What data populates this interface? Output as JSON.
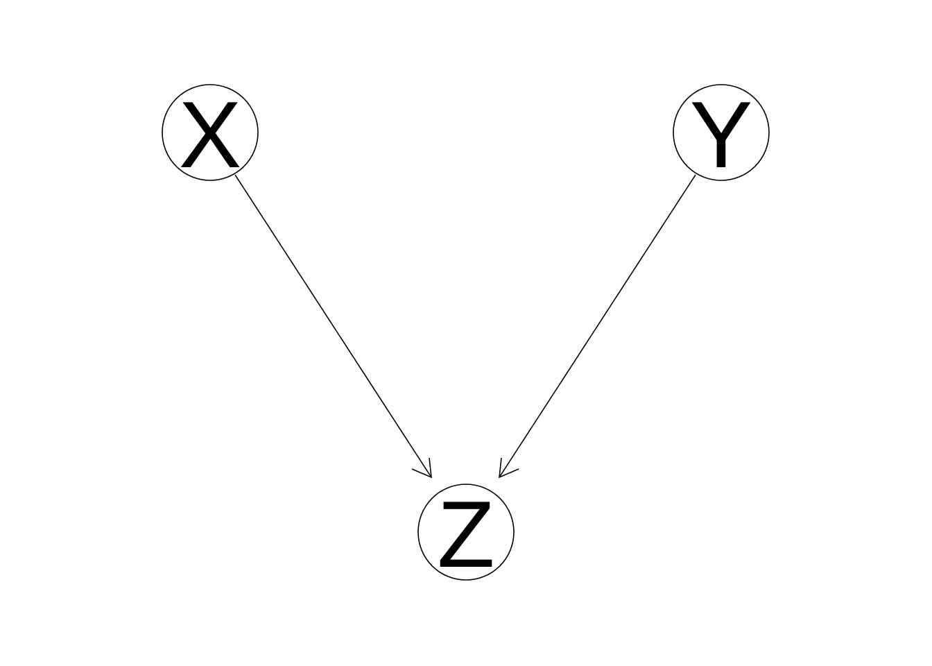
{
  "diagram": {
    "type": "directed-graph",
    "nodes": [
      {
        "id": "X",
        "label": "X"
      },
      {
        "id": "Y",
        "label": "Y"
      },
      {
        "id": "Z",
        "label": "Z"
      }
    ],
    "edges": [
      {
        "from": "X",
        "to": "Z"
      },
      {
        "from": "Y",
        "to": "Z"
      }
    ]
  }
}
